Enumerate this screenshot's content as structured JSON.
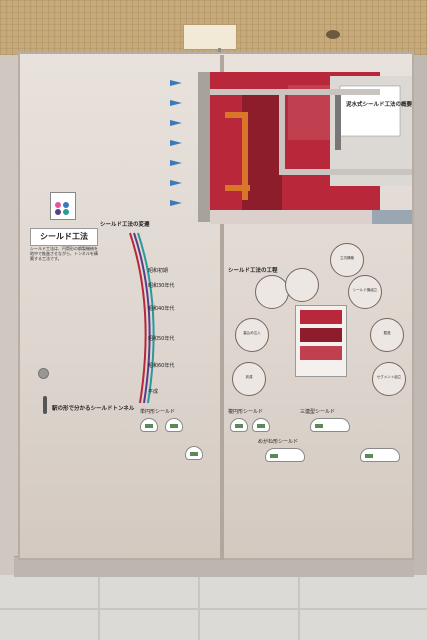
{
  "panel": {
    "main_title": "シールド工法",
    "history_title": "シールド工法の変遷",
    "process_title": "シールド工法の工程",
    "slurry_title": "泥水式シールド工法の概要",
    "tunnel_title": "駅の形で分かるシールドトンネル",
    "intro_text": "シールド工法は、円筒形の鋼製機械を地中で推進させながら、トンネルを構築する工法です。",
    "eras": [
      "昭和初期",
      "昭和30年代",
      "昭和40年代",
      "昭和50年代",
      "昭和60年代",
      "平成"
    ],
    "process_steps": [
      "立坑構築",
      "シールド機組立",
      "掘進",
      "セグメント組立",
      "裏込め注入",
      "到達"
    ],
    "tunnel_types": [
      "単円形シールド",
      "複円形シールド",
      "三連型シールド",
      "めがね形シールド"
    ],
    "colors": {
      "tunnel_red": "#b8283a",
      "pipe_orange": "#d9762a",
      "shaft_gray": "#c9c4bf",
      "accent_purple": "#5a3d8a",
      "teal": "#2a9b9a"
    }
  }
}
